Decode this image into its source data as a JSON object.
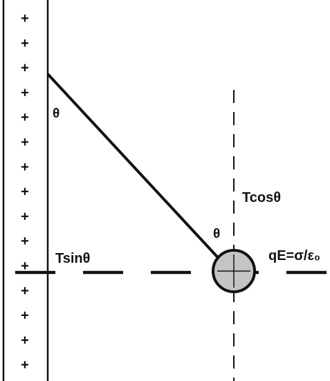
{
  "labels": {
    "theta_top": "θ",
    "theta_bottom": "θ",
    "tcos": "Tcosθ",
    "tsin": "Tsinθ",
    "qe": "qE=σ/ε₀"
  },
  "plate": {
    "charge_symbol": "+",
    "charge_count": 15
  },
  "colors": {
    "ink": "#111111",
    "ball_fill": "#c4c4c4",
    "background": "#ffffff"
  }
}
